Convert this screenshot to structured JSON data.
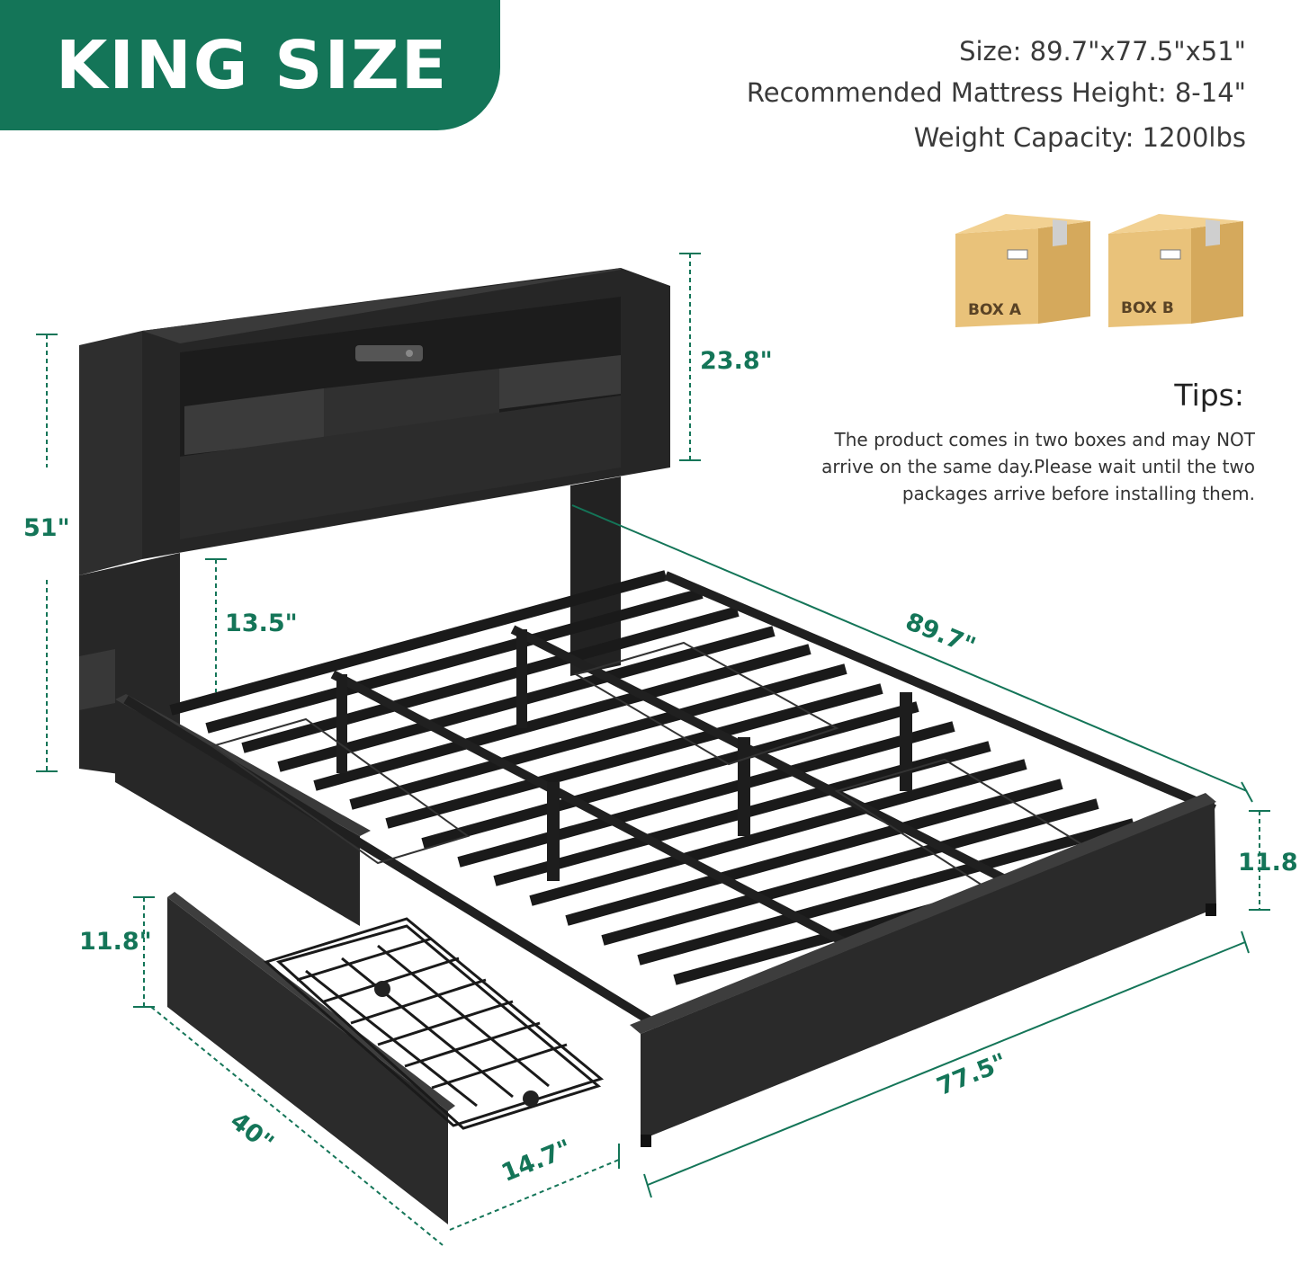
{
  "badge": {
    "label": "KING SIZE",
    "color": "#147558"
  },
  "specs": {
    "size": "Size: 89.7\"x77.5\"x51\"",
    "mattress": "Recommended Mattress Height: 8-14\"",
    "weight": "Weight Capacity: 1200lbs"
  },
  "boxes": [
    {
      "label": "BOX A"
    },
    {
      "label": "BOX B"
    }
  ],
  "tips": {
    "title": "Tips:",
    "text": "The product comes in two boxes and may NOT arrive on the same day.Please wait until the two packages arrive before installing them."
  },
  "dimensions": {
    "total_height": "51\"",
    "headboard_height": "23.8\"",
    "clearance": "13.5\"",
    "length": "89.7\"",
    "width": "77.5\"",
    "frame_height": "11.8\"",
    "drawer_height": "11.8\"",
    "drawer_length": "40\"",
    "drawer_depth": "14.7\""
  },
  "colors": {
    "accent": "#147558",
    "wood": "#2a2a2a",
    "metal": "#1b1b1b",
    "box": "#e8c27a"
  }
}
